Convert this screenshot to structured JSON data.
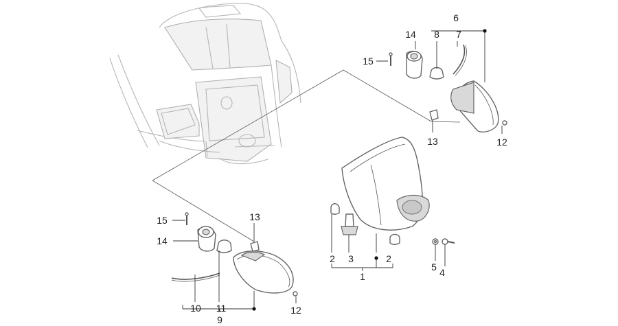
{
  "callouts": {
    "c1": "1",
    "c2a": "2",
    "c2b": "2",
    "c3": "3",
    "c4": "4",
    "c5": "5",
    "c6": "6",
    "c7": "7",
    "c8": "8",
    "c9": "9",
    "c10": "10",
    "c11": "11",
    "c12a": "12",
    "c12b": "12",
    "c13a": "13",
    "c13b": "13",
    "c14a": "14",
    "c14b": "14",
    "c15a": "15",
    "c15b": "15"
  }
}
